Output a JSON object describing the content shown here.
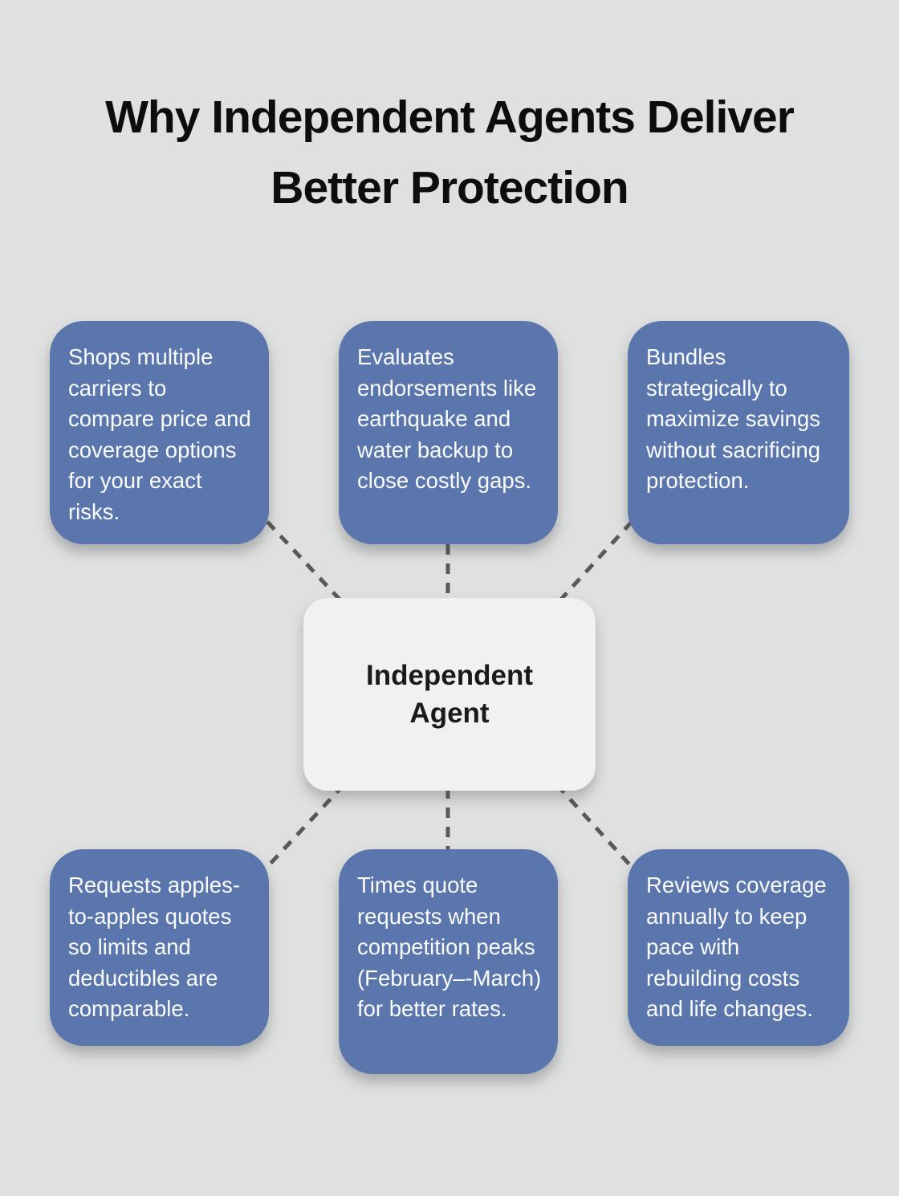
{
  "title": "Why Independent Agents Deliver Better Protection",
  "center_node": {
    "label": "Independent Agent"
  },
  "nodes": [
    {
      "position": "top-left",
      "text": "Shops multiple carriers to compare price and coverage options for your exact risks."
    },
    {
      "position": "top-middle",
      "text": "Evaluates endorsements like earthquake and water backup to close costly gaps."
    },
    {
      "position": "top-right",
      "text": "Bundles strategically to maximize savings without sacrificing protection."
    },
    {
      "position": "bottom-left",
      "text": "Requests apples-to-apples quotes so limits and deductibles are comparable."
    },
    {
      "position": "bottom-middle",
      "text": "Times quote requests when competition peaks (February–-March) for better rates."
    },
    {
      "position": "bottom-right",
      "text": "Reviews coverage annually to keep pace with rebuilding costs and life changes."
    }
  ],
  "colors": {
    "background": "#dfe1e0",
    "node_fill": "#5b76ad",
    "node_text": "#fafcfd",
    "center_fill": "#f0f1f2",
    "center_text": "#1a1a1a",
    "connector": "#58595b",
    "title_text": "#0d0d0d"
  }
}
